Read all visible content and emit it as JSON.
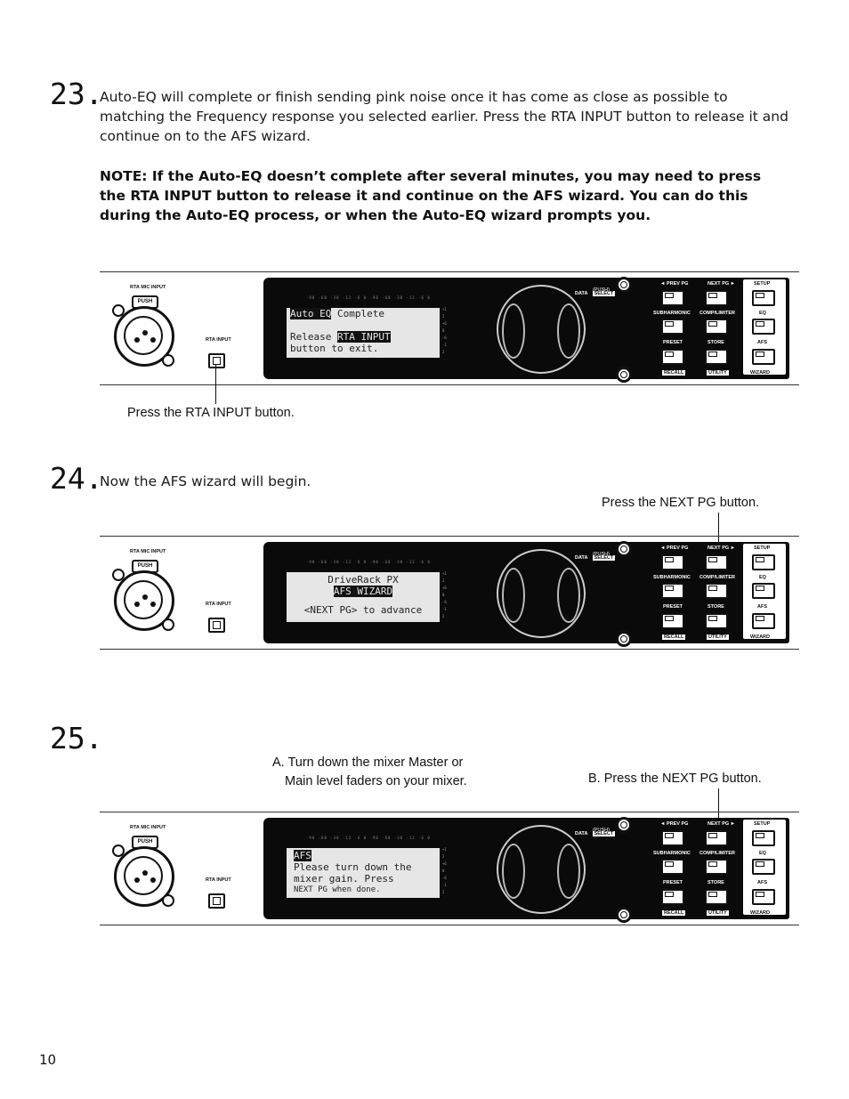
{
  "page_number": "10",
  "steps": [
    {
      "number": "23.",
      "text": "Auto-EQ will complete or finish sending pink noise once it has come as close as possible to matching the Frequency response you selected earlier. Press the RTA INPUT button to release it and continue on to the AFS wizard.",
      "note": "NOTE: If the Auto-EQ doesn’t complete after several minutes, you may need to press the RTA INPUT button to release it and continue on the AFS wizard. You can do this during the Auto-EQ process, or when the Auto-EQ wizard prompts you.",
      "caption": "Press the RTA INPUT button.",
      "lcd": {
        "line1_hl": "Auto EQ",
        "line1_rest": " Complete",
        "line2_pre": "Release ",
        "line2_hl": "RTA INPUT",
        "line3": "button to exit."
      }
    },
    {
      "number": "24.",
      "text": "Now the AFS wizard will begin.",
      "caption": "Press the NEXT PG  button.",
      "lcd": {
        "line1": "DriveRack PX",
        "line2_hl": "AFS WIZARD",
        "line3": "<NEXT PG> to advance"
      }
    },
    {
      "number": "25.",
      "caption_a_line1": "A. Turn down the mixer Master or",
      "caption_a_line2": "Main level faders on your mixer.",
      "caption_b": "B. Press the NEXT PG  button.",
      "lcd": {
        "line1_hl": "AFS",
        "line2": "Please turn down the",
        "line3": "mixer gain. Press",
        "line4": "NEXT PG when done."
      }
    }
  ],
  "panel_labels": {
    "rta_mic_input": "RTA MIC INPUT",
    "push": "PUSH",
    "rta_input": "RTA INPUT",
    "data_select": "DATA",
    "select": "SELECT",
    "push_paren": "(PUSH)",
    "prev_pg": "◄ PREV PG",
    "next_pg": "NEXT PG ►",
    "setup": "SETUP",
    "subharmonic": "SUBHARMONIC",
    "comp_limiter": "COMP/LIMITER",
    "eq": "EQ",
    "preset": "PRESET",
    "store": "STORE",
    "afs": "AFS",
    "recall": "RECALL",
    "utility": "UTILITY",
    "wizard": "WIZARD",
    "meter_scale": "-90 -60 -30 -12 -6 0  -90 -60 -30 -12 -6 0",
    "meter_side": "+12 +6 0 -6 -12"
  }
}
